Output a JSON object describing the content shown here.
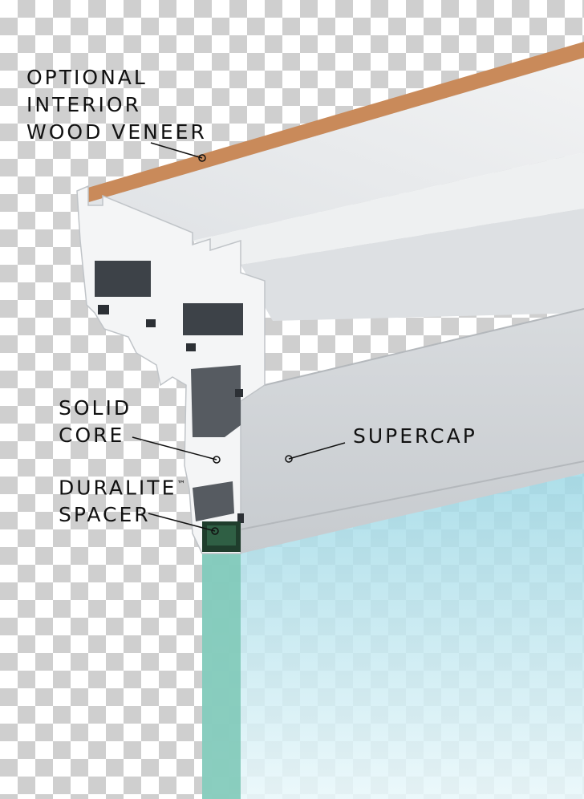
{
  "labels": {
    "veneer": [
      "OPTIONAL",
      "INTERIOR",
      "WOOD VENEER"
    ],
    "solid_core": [
      "SOLID",
      "CORE"
    ],
    "duralite": [
      "DURALITE",
      "SPACER"
    ],
    "duralite_mark": "™",
    "supercap": "SUPERCAP"
  },
  "colors": {
    "veneer": "#c98a5a",
    "frame_light": "#e6e8ea",
    "frame_mid": "#cfd2d6",
    "frame_dark": "#9ea3a8",
    "glass": "#bfe6ee",
    "spacer": "#1f3d2c"
  }
}
